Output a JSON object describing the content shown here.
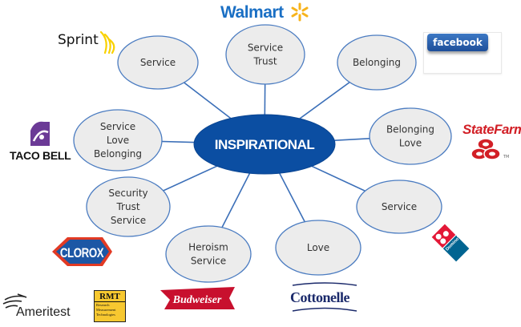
{
  "diagram": {
    "type": "hub-and-spoke",
    "center": {
      "label": "INSPIRATIONAL",
      "color": "#0b4ea2",
      "text_color": "#ffffff"
    },
    "node_style": {
      "fill": "#ececec",
      "stroke": "#4b7cc1",
      "text_color": "#333333",
      "edge_color": "#3b6fb8"
    },
    "nodes": [
      {
        "id": "sprint",
        "brand": "Sprint",
        "lines": [
          "Service"
        ]
      },
      {
        "id": "walmart",
        "brand": "Walmart",
        "lines": [
          "Service",
          "Trust"
        ]
      },
      {
        "id": "facebook",
        "brand": "facebook",
        "lines": [
          "Belonging"
        ]
      },
      {
        "id": "tacobell",
        "brand": "Taco Bell",
        "lines": [
          "Service",
          "Love",
          "Belonging"
        ]
      },
      {
        "id": "statefarm",
        "brand": "State Farm",
        "lines": [
          "Belonging",
          "Love"
        ]
      },
      {
        "id": "clorox",
        "brand": "Clorox",
        "lines": [
          "Security",
          "Trust",
          "Service"
        ]
      },
      {
        "id": "dominos",
        "brand": "Domino's Pizza",
        "lines": [
          "Service"
        ]
      },
      {
        "id": "budweiser",
        "brand": "Budweiser",
        "lines": [
          "Heroism",
          "Service"
        ]
      },
      {
        "id": "cottonelle",
        "brand": "Cottonelle",
        "lines": [
          "Love"
        ]
      }
    ]
  },
  "logos": {
    "walmart": {
      "text": "Walmart",
      "color": "#1a6fc4",
      "spark_color": "#f7b31b"
    },
    "sprint": {
      "text": "Sprint",
      "accent_color": "#f9d100"
    },
    "facebook": {
      "text": "facebook",
      "color": "#2b5fae"
    },
    "tacobell": {
      "text": "TACO BELL",
      "color": "#5a2d82"
    },
    "statefarm": {
      "text": "StateFarm",
      "tm": "TM",
      "color": "#d21f26"
    },
    "clorox": {
      "text": "CLOROX",
      "color": "#1c57a5",
      "border_color": "#e23a24"
    },
    "dominos": {
      "text": "Domino's Pizza",
      "red": "#e31837",
      "blue": "#006491"
    },
    "budweiser": {
      "text": "Budweiser",
      "color": "#c8102e"
    },
    "cottonelle": {
      "text": "Cottonelle",
      "color": "#1b2a6b"
    },
    "ameritest": {
      "text": "Ameritest"
    },
    "rmt": {
      "title": "RMT",
      "subtitle_lines": [
        "Research",
        "Measurement",
        "Technologies"
      ],
      "color": "#f7c830"
    }
  }
}
